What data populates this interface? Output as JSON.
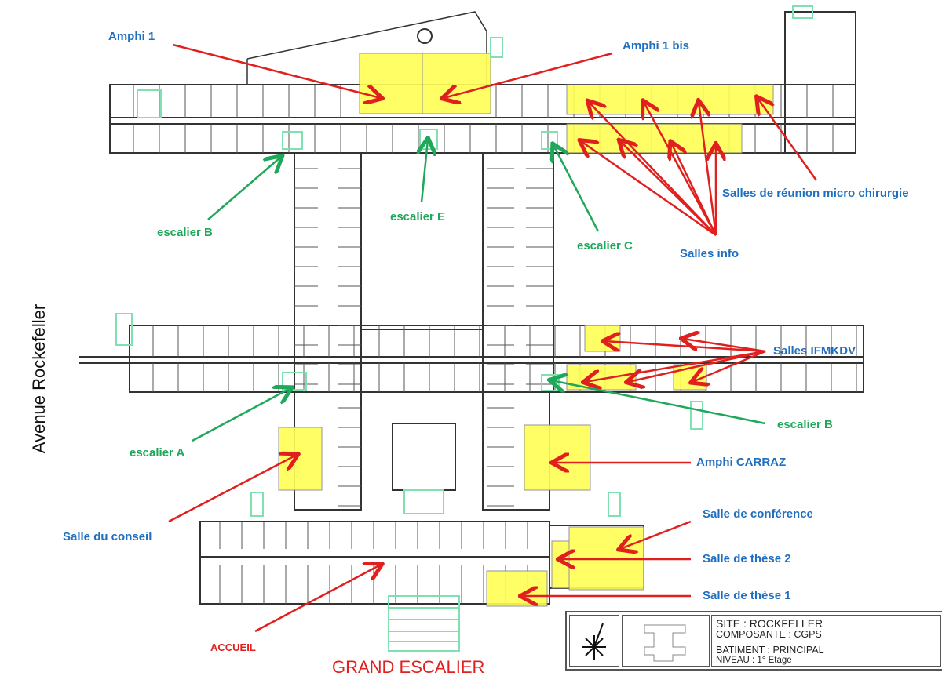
{
  "labels": {
    "amphi1": "Amphi 1",
    "amphi1bis": "Amphi 1 bis",
    "reunion": "Salles de réunion micro chirurgie",
    "info": "Salles info",
    "ifmkdv": "Salles IFMKDV",
    "escalier_b_left": "escalier B",
    "escalier_e": "escalier E",
    "escalier_c": "escalier C",
    "escalier_a": "escalier A",
    "escalier_b_right": "escalier B",
    "carraz": "Amphi CARRAZ",
    "conseil": "Salle du conseil",
    "conference": "Salle de conférence",
    "these2": "Salle de thèse 2",
    "these1": "Salle de thèse 1",
    "accueil": "ACCUEIL",
    "avenue": "Avenue Rockefeller",
    "grand_escalier": "GRAND ESCALIER"
  },
  "title_block": {
    "site": "SITE :  ROCKFELLER",
    "composante": "COMPOSANTE :  CGPS",
    "batiment": "BATIMENT :   PRINCIPAL",
    "niveau": "NIVEAU :  1° Etage"
  },
  "colors": {
    "label_blue": "#1f6fc0",
    "label_green": "#1fa85a",
    "arrow_red": "#e0201f",
    "room_yellow": "#ffff55",
    "stair_green": "#7fe0b0"
  }
}
